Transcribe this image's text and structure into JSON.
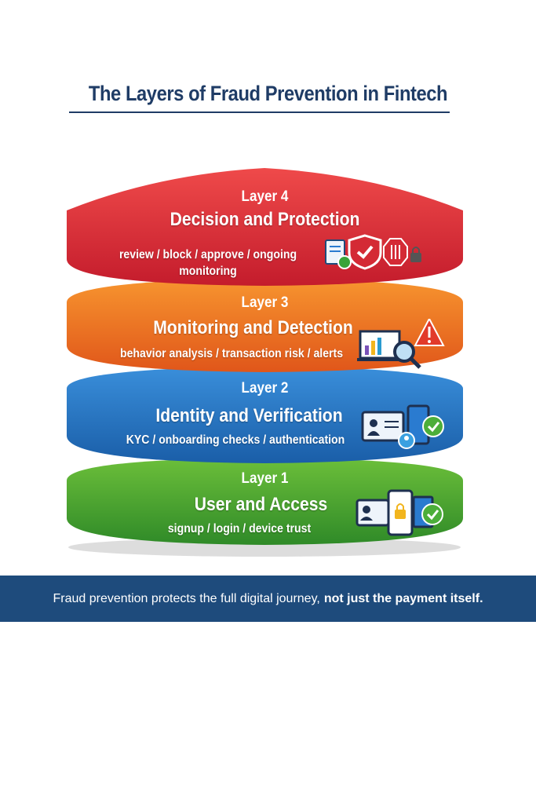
{
  "title": "The Layers of Fraud Prevention in Fintech",
  "layers": [
    {
      "number_label": "Layer 4",
      "name": "Decision and Protection",
      "description": "review / block / approve / ongoing monitoring",
      "color": "#d42a35",
      "icons": [
        "document-check-icon",
        "shield-check-icon",
        "stop-sign-icon",
        "lock-icon"
      ]
    },
    {
      "number_label": "Layer 3",
      "name": "Monitoring and Detection",
      "description": "behavior analysis / transaction risk / alerts",
      "color": "#ec6a1f",
      "icons": [
        "bar-chart-monitor-icon",
        "magnifier-icon",
        "warning-icon"
      ]
    },
    {
      "number_label": "Layer 2",
      "name": "Identity and Verification",
      "description": "KYC / onboarding checks / authentication",
      "color": "#1f6fc0",
      "icons": [
        "id-card-icon",
        "user-icon",
        "check-icon"
      ]
    },
    {
      "number_label": "Layer 1",
      "name": "User and Access",
      "description": "signup / login / device trust",
      "color": "#3f9a2e",
      "icons": [
        "id-card-icon",
        "phone-lock-icon",
        "check-icon"
      ]
    }
  ],
  "footer": {
    "text_regular": "Fraud prevention protects the full digital journey,",
    "text_bold": "not just the payment itself.",
    "background": "#1e4b7c"
  }
}
